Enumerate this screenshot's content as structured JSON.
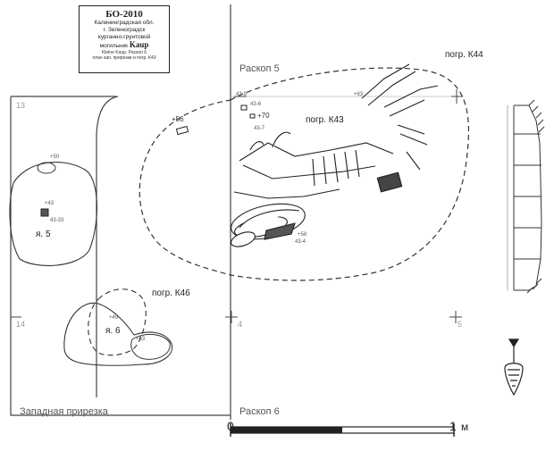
{
  "title_box": {
    "heading": "БО-2010",
    "line1": "Калининградская обл.",
    "line2": "г. Зеленоградск",
    "line3": "курганно-грунтовой",
    "line4_prefix": "могильник",
    "line4_bold": "Kaup",
    "line5": "Kleine Kaup. Раскоп 6",
    "line6": "план зап. прирезки и погр. К43"
  },
  "labels": {
    "excavation5": "Раскоп 5",
    "excavation6": "Раскоп 6",
    "west_extension": "Западная прирезка",
    "burial_k43": "погр. К43",
    "burial_k44": "погр. К44",
    "burial_k46": "погр. К46",
    "pit5": "я. 5",
    "pit6": "я. 6"
  },
  "grid_marks": {
    "g13": "13",
    "g14": "14",
    "g4": "4",
    "g5": "5"
  },
  "elevations": {
    "e50": "+50",
    "e43": "+43",
    "e43_33": "43-33",
    "e56": "+56",
    "e70": "+70",
    "e43_7": "43-7",
    "e63": "+63",
    "e43_4": "43-4",
    "e58": "+58",
    "e49": "+49",
    "e63b": "+63",
    "e43_9": "43-9",
    "e43_6": "43-6"
  },
  "scale": {
    "start": "0",
    "end": "1",
    "unit": "м"
  }
}
